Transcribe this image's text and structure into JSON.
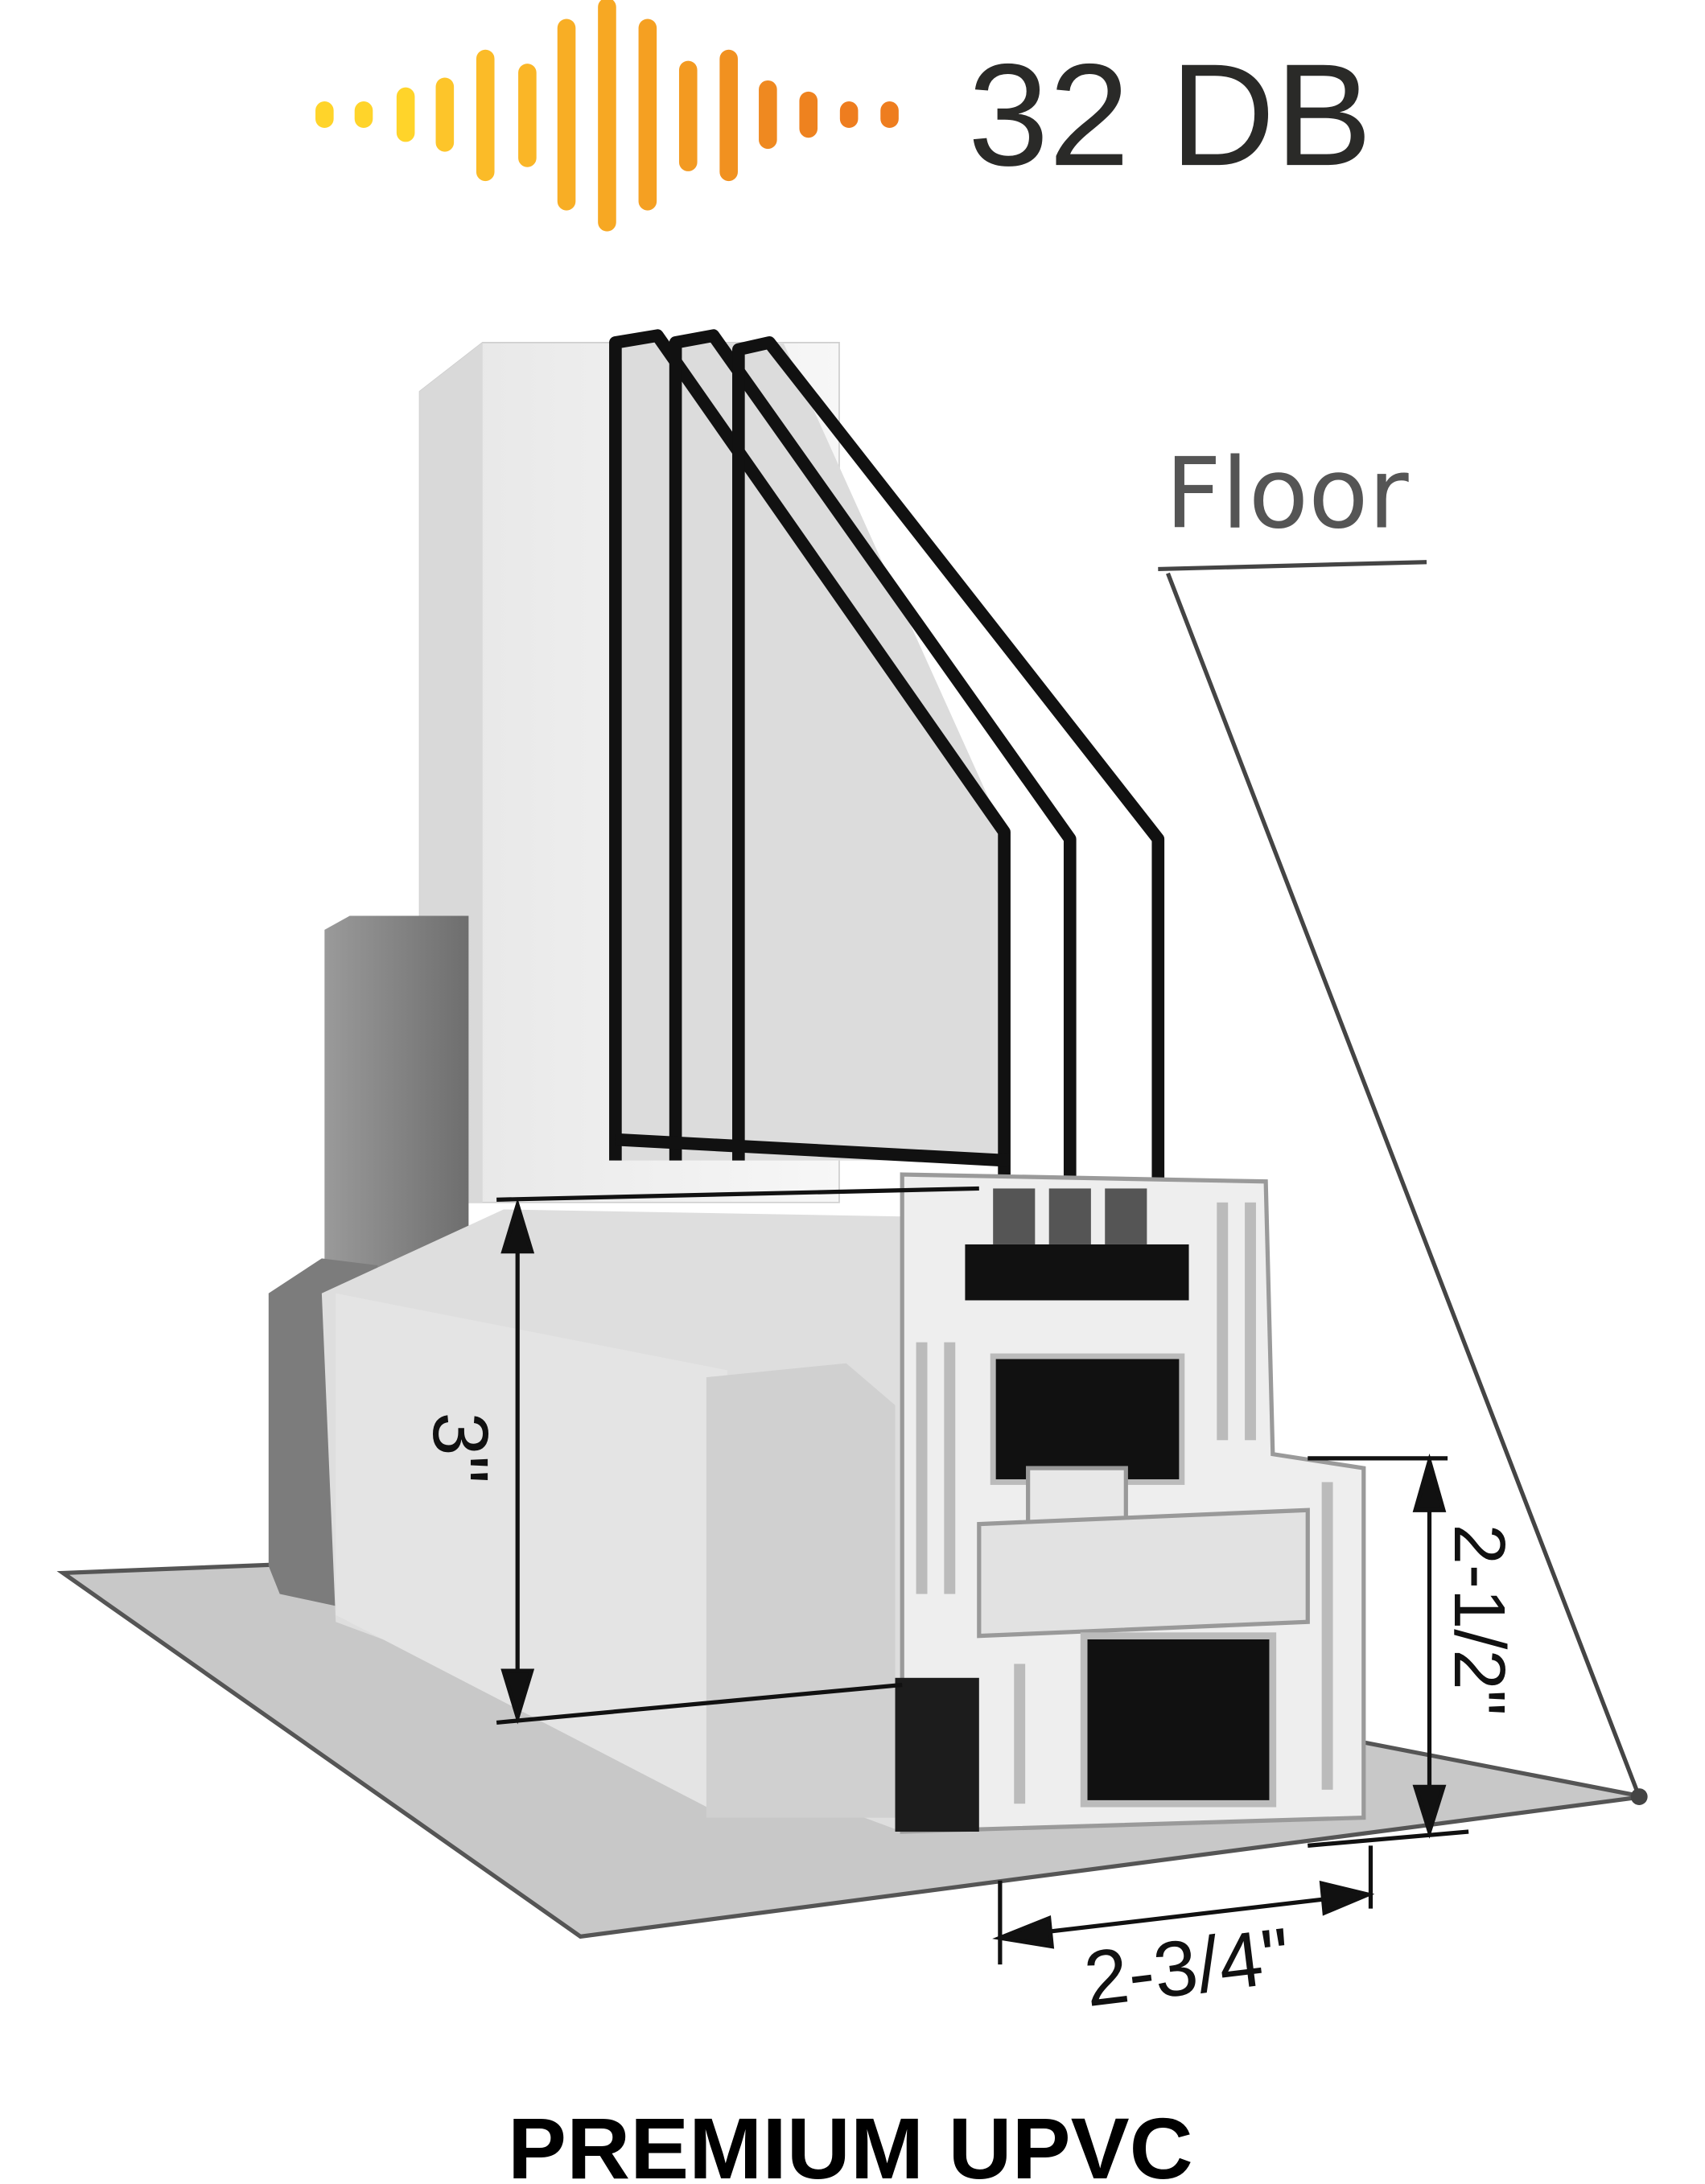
{
  "rating": {
    "value_label": "32 DB",
    "icon": "sound-wave-icon",
    "gradient_colors": [
      "#FFD42A",
      "#F7A823",
      "#EE7D1F"
    ]
  },
  "diagram": {
    "floor_label": "Floor",
    "height_label": "3\"",
    "sash_height_label": "2-1/2\"",
    "depth_label": "2-3/4\""
  },
  "product": {
    "title": "PREMIUM UPVC"
  }
}
